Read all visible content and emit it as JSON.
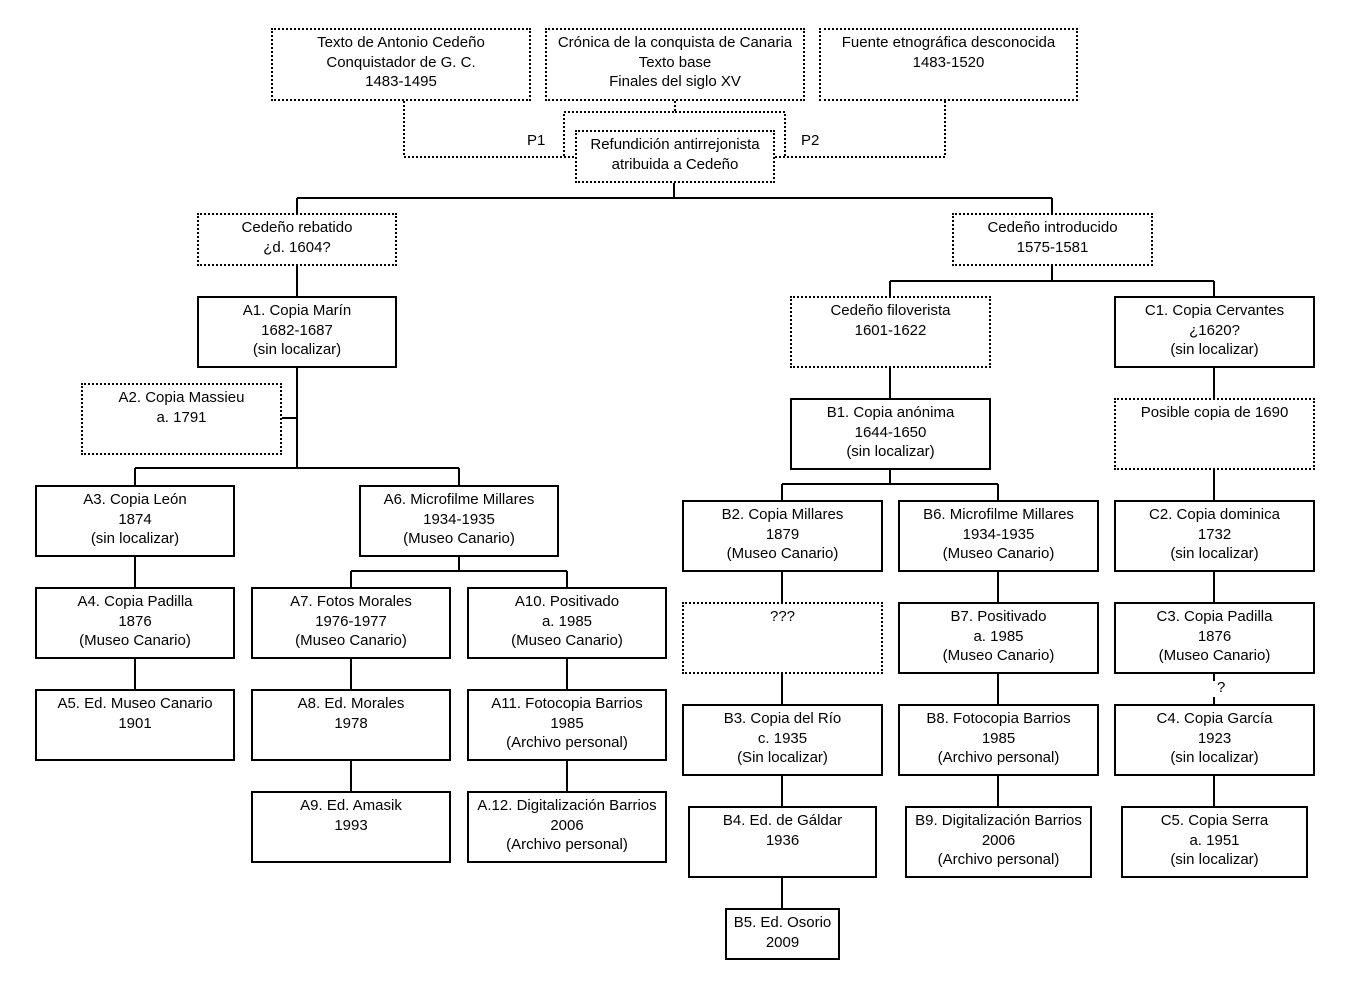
{
  "colors": {
    "line": "#000000",
    "background": "#ffffff",
    "text": "#000000"
  },
  "nodes": {
    "cedeno_texto": {
      "lines": [
        "Texto de Antonio Cedeño",
        "Conquistador de G. C.",
        "1483-1495"
      ],
      "dashed": true
    },
    "cronica": {
      "lines": [
        "Crónica de la conquista de Canaria",
        "Texto base",
        "Finales del siglo XV"
      ],
      "dashed": true
    },
    "fuente": {
      "lines": [
        "Fuente etnográfica desconocida",
        "1483-1520"
      ],
      "dashed": true
    },
    "refundicion": {
      "lines": [
        "Refundición antirrejonista",
        "atribuida a Cedeño"
      ],
      "dashed": true
    },
    "rebatido": {
      "lines": [
        "Cedeño rebatido",
        "¿d. 1604?"
      ],
      "dashed": true
    },
    "introducido": {
      "lines": [
        "Cedeño introducido",
        "1575-1581"
      ],
      "dashed": true
    },
    "a1": {
      "lines": [
        "A1. Copia Marín",
        "1682-1687",
        "(sin localizar)"
      ],
      "dashed": false
    },
    "a2": {
      "lines": [
        "A2. Copia Massieu",
        "a. 1791"
      ],
      "dashed": true
    },
    "a3": {
      "lines": [
        "A3. Copia León",
        "1874",
        "(sin localizar)"
      ],
      "dashed": false
    },
    "a4": {
      "lines": [
        "A4. Copia Padilla",
        "1876",
        "(Museo Canario)"
      ],
      "dashed": false
    },
    "a5": {
      "lines": [
        "A5. Ed. Museo Canario",
        "1901"
      ],
      "dashed": false
    },
    "a6": {
      "lines": [
        "A6. Microfilme Millares",
        "1934-1935",
        "(Museo Canario)"
      ],
      "dashed": false
    },
    "a7": {
      "lines": [
        "A7. Fotos Morales",
        "1976-1977",
        "(Museo Canario)"
      ],
      "dashed": false
    },
    "a8": {
      "lines": [
        "A8. Ed. Morales",
        "1978"
      ],
      "dashed": false
    },
    "a9": {
      "lines": [
        "A9. Ed. Amasik",
        "1993"
      ],
      "dashed": false
    },
    "a10": {
      "lines": [
        "A10. Positivado",
        "a. 1985",
        "(Museo Canario)"
      ],
      "dashed": false
    },
    "a11": {
      "lines": [
        "A11. Fotocopia Barrios",
        "1985",
        "(Archivo personal)"
      ],
      "dashed": false
    },
    "a12": {
      "lines": [
        "A.12. Digitalización Barrios",
        "2006",
        "(Archivo personal)"
      ],
      "dashed": false
    },
    "filoverista": {
      "lines": [
        "Cedeño filoverista",
        "1601-1622"
      ],
      "dashed": true
    },
    "b1": {
      "lines": [
        "B1. Copia anónima",
        "1644-1650",
        "(sin localizar)"
      ],
      "dashed": false
    },
    "b2": {
      "lines": [
        "B2. Copia Millares",
        "1879",
        "(Museo Canario)"
      ],
      "dashed": false
    },
    "unknown": {
      "lines": [
        "???"
      ],
      "dashed": true
    },
    "b3": {
      "lines": [
        "B3. Copia del Río",
        "c. 1935",
        "(Sin localizar)"
      ],
      "dashed": false
    },
    "b4": {
      "lines": [
        "B4. Ed. de Gáldar",
        "1936"
      ],
      "dashed": false
    },
    "b5": {
      "lines": [
        "B5. Ed. Osorio",
        "2009"
      ],
      "dashed": false
    },
    "b6": {
      "lines": [
        "B6. Microfilme Millares",
        "1934-1935",
        "(Museo Canario)"
      ],
      "dashed": false
    },
    "b7": {
      "lines": [
        "B7. Positivado",
        "a. 1985",
        "(Museo Canario)"
      ],
      "dashed": false
    },
    "b8": {
      "lines": [
        "B8. Fotocopia Barrios",
        "1985",
        "(Archivo personal)"
      ],
      "dashed": false
    },
    "b9": {
      "lines": [
        "B9. Digitalización Barrios",
        "2006",
        "(Archivo personal)"
      ],
      "dashed": false
    },
    "c1": {
      "lines": [
        "C1. Copia Cervantes",
        "¿1620?",
        "(sin localizar)"
      ],
      "dashed": false
    },
    "posible": {
      "lines": [
        "Posible copia de 1690"
      ],
      "dashed": true
    },
    "c2": {
      "lines": [
        "C2. Copia dominica",
        "1732",
        "(sin localizar)"
      ],
      "dashed": false
    },
    "c3": {
      "lines": [
        "C3. Copia Padilla",
        "1876",
        "(Museo Canario)"
      ],
      "dashed": false
    },
    "c4": {
      "lines": [
        "C4. Copia García",
        "1923",
        "(sin localizar)"
      ],
      "dashed": false
    },
    "c5": {
      "lines": [
        "C5. Copia Serra",
        "a. 1951",
        "(sin localizar)"
      ],
      "dashed": false
    }
  },
  "edge_labels": {
    "p1": "P1",
    "p2": "P2",
    "c3_c4": "?"
  }
}
